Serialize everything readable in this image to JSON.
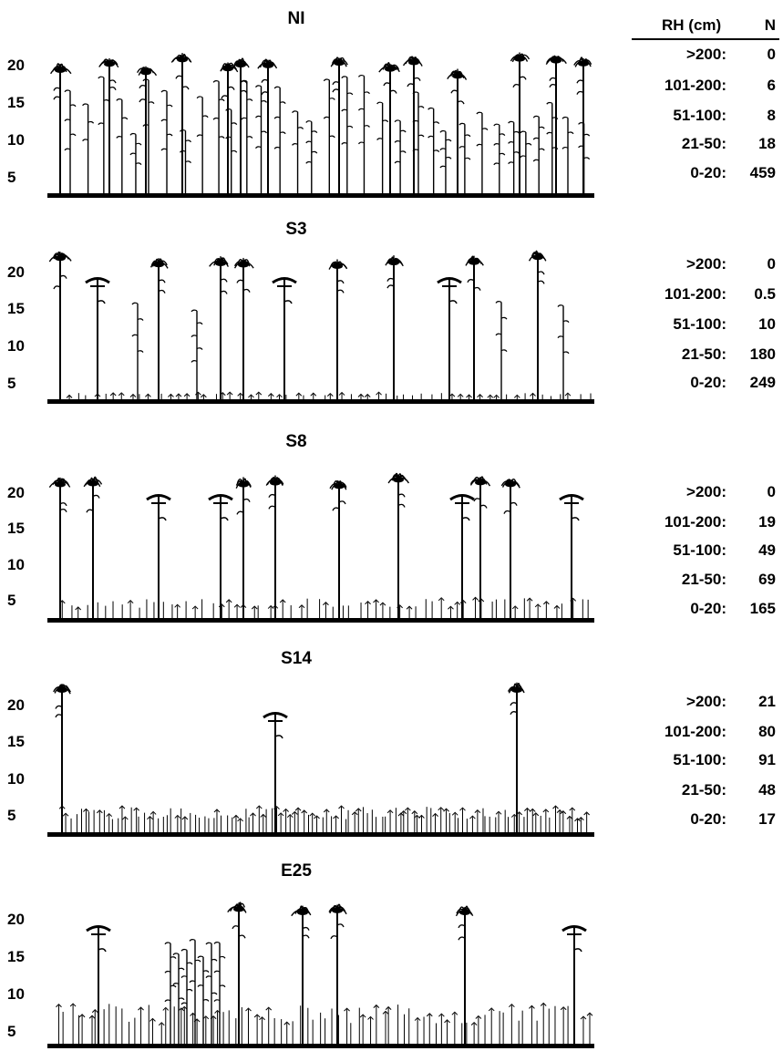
{
  "table_header": {
    "rh": "RH (cm)",
    "n": "N"
  },
  "y_ticks": [
    "20",
    "15",
    "10",
    "5"
  ],
  "colors": {
    "ink": "#000000",
    "background": "#ffffff"
  },
  "panels": [
    {
      "title": "NI",
      "rows": [
        {
          "label": ">200:",
          "value": "0"
        },
        {
          "label": "101-200:",
          "value": "6"
        },
        {
          "label": "51-100:",
          "value": "8"
        },
        {
          "label": "21-50:",
          "value": "18"
        },
        {
          "label": "0-20:",
          "value": "459"
        }
      ]
    },
    {
      "title": "S3",
      "rows": [
        {
          "label": ">200:",
          "value": "0"
        },
        {
          "label": "101-200:",
          "value": "0.5"
        },
        {
          "label": "51-100:",
          "value": "10"
        },
        {
          "label": "21-50:",
          "value": "180"
        },
        {
          "label": "0-20:",
          "value": "249"
        }
      ]
    },
    {
      "title": "S8",
      "rows": [
        {
          "label": ">200:",
          "value": "0"
        },
        {
          "label": "101-200:",
          "value": "19"
        },
        {
          "label": "51-100:",
          "value": "49"
        },
        {
          "label": "21-50:",
          "value": "69"
        },
        {
          "label": "0-20:",
          "value": "165"
        }
      ]
    },
    {
      "title": "S14",
      "rows": [
        {
          "label": ">200:",
          "value": "21"
        },
        {
          "label": "101-200:",
          "value": "80"
        },
        {
          "label": "51-100:",
          "value": "91"
        },
        {
          "label": "21-50:",
          "value": "48"
        },
        {
          "label": "0-20:",
          "value": "17"
        }
      ]
    },
    {
      "title": "E25",
      "rows": []
    }
  ]
}
